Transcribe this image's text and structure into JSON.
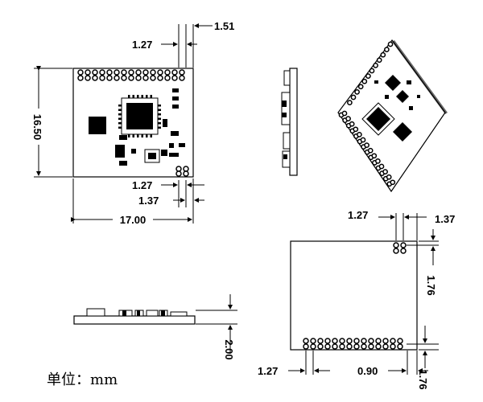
{
  "unit_label": "单位：mm",
  "top_view": {
    "pin_pitch": "1.27",
    "pin_offset": "1.51",
    "height": "16.50",
    "width": "17.00",
    "bottom_pitch": "1.27",
    "bottom_offset": "1.37"
  },
  "side_view": {
    "thickness": "2.00"
  },
  "bottom_view": {
    "top_pitch": "1.27",
    "top_offset": "1.37",
    "right_offset": "1.76",
    "bottom_pitch": "1.27",
    "bottom_offset": "0.90",
    "bottom_right_offset": "1.76"
  }
}
